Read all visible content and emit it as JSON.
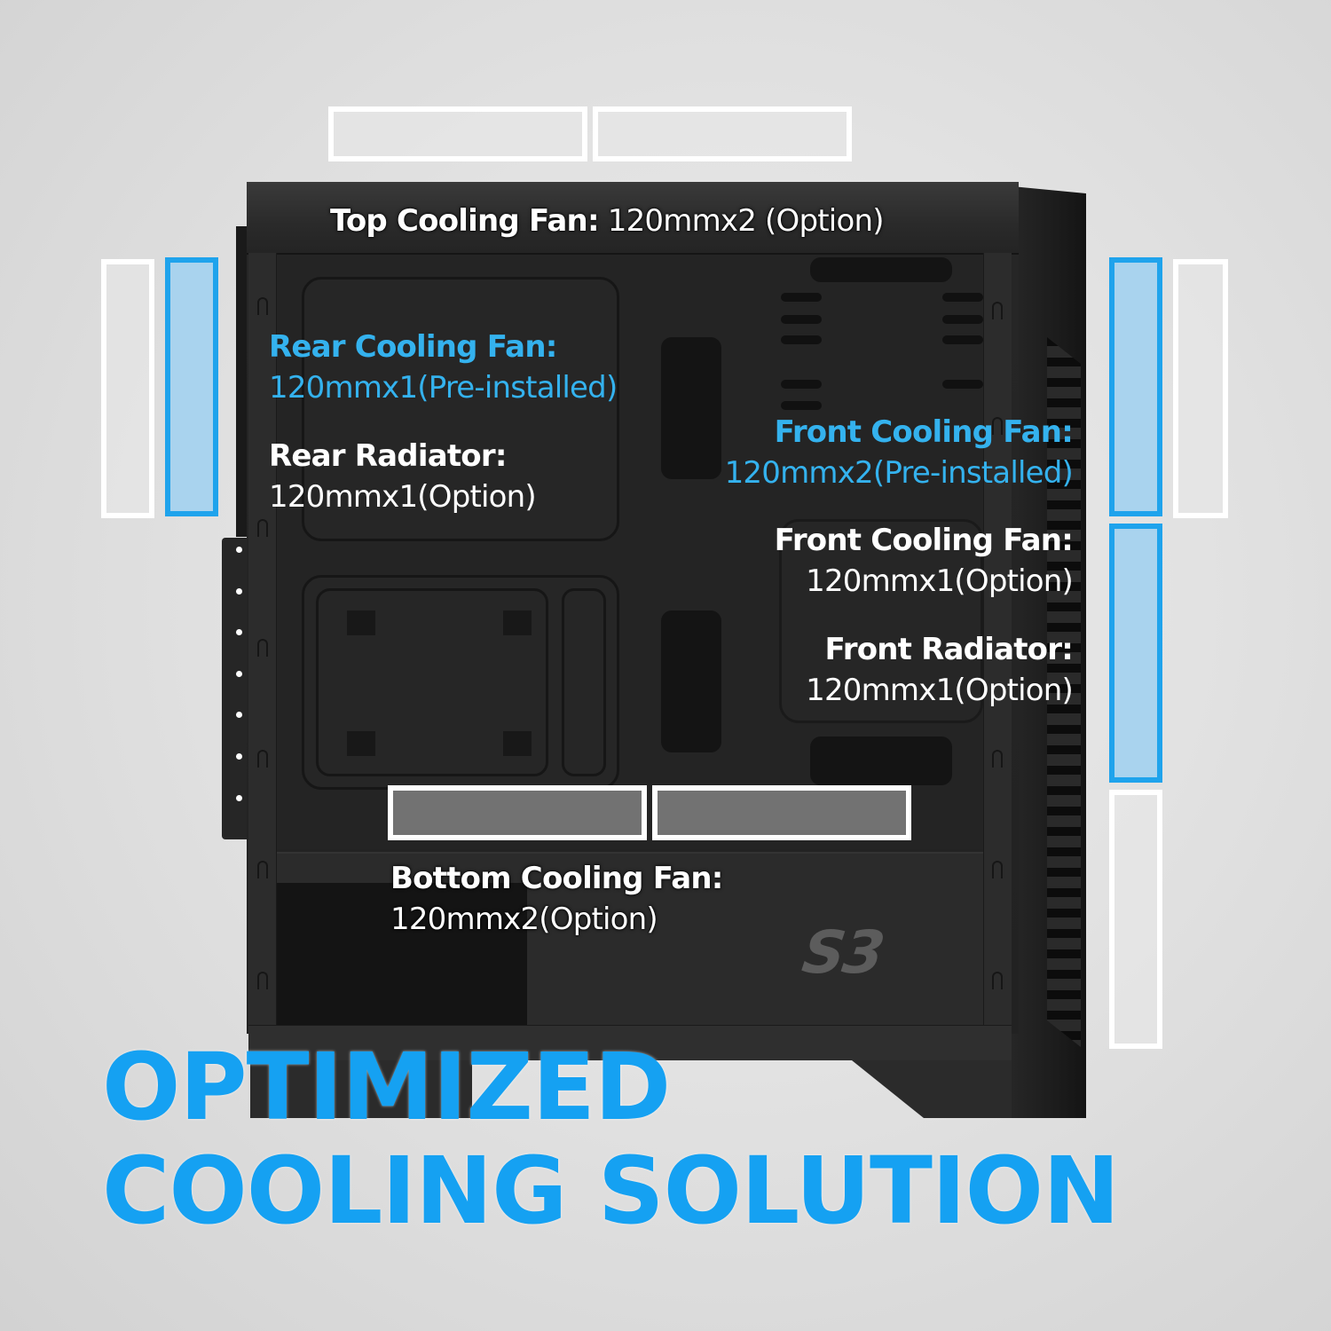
{
  "colors": {
    "background": "#dcdcdc",
    "case": "#242424",
    "accent_blue": "#15a1f2",
    "label_blue": "#34b2ee",
    "active_fan_fill": "#a9d3ee",
    "active_fan_border": "#1fa3ec",
    "inactive_fan_border": "#ffffff",
    "label_white": "#ffffff"
  },
  "labels": {
    "top": {
      "title": "Top Cooling Fan:",
      "value": "120mmx2 (Option)"
    },
    "rear_fan": {
      "title": "Rear Cooling Fan:",
      "value": "120mmx1(Pre-installed)"
    },
    "rear_radiator": {
      "title": "Rear Radiator:",
      "value": "120mmx1(Option)"
    },
    "front_fan_preinstalled": {
      "title": "Front Cooling Fan:",
      "value": "120mmx2(Pre-installed)"
    },
    "front_fan_option": {
      "title": "Front Cooling Fan:",
      "value": "120mmx1(Option)"
    },
    "front_radiator": {
      "title": "Front Radiator:",
      "value": "120mmx1(Option)"
    },
    "bottom": {
      "title": "Bottom Cooling Fan:",
      "value": "120mmx2(Option)"
    }
  },
  "case_logo": "S3",
  "headline": {
    "line1": "OPTIMIZED",
    "line2": "COOLING SOLUTION"
  },
  "fan_slots": {
    "top": [
      {
        "position": "top-1",
        "state": "option"
      },
      {
        "position": "top-2",
        "state": "option"
      }
    ],
    "rear": [
      {
        "position": "rear-outer",
        "state": "option"
      },
      {
        "position": "rear-inner",
        "state": "pre-installed"
      }
    ],
    "front": [
      {
        "position": "front-1",
        "state": "pre-installed"
      },
      {
        "position": "front-2",
        "state": "pre-installed"
      },
      {
        "position": "front-3",
        "state": "option"
      },
      {
        "position": "front-outer",
        "state": "option"
      }
    ],
    "bottom": [
      {
        "position": "bottom-1",
        "state": "option"
      },
      {
        "position": "bottom-2",
        "state": "option"
      }
    ]
  }
}
